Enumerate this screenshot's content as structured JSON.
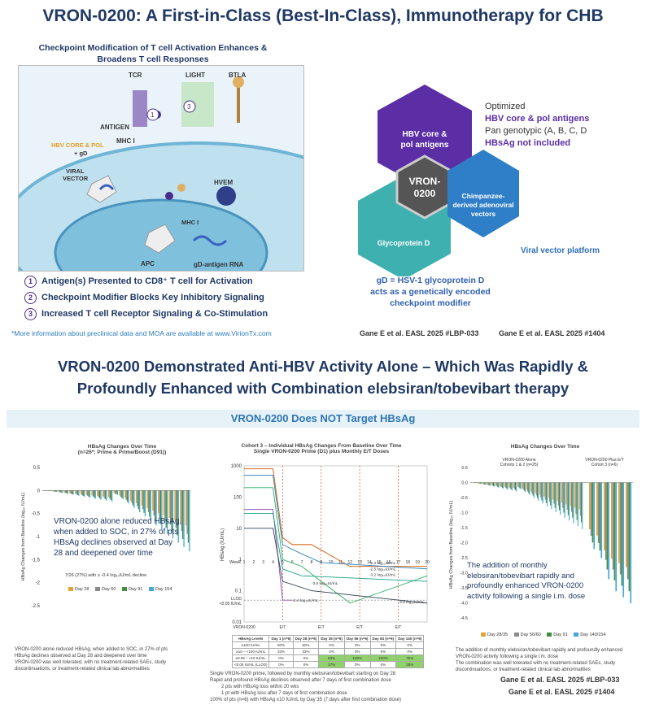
{
  "titles": {
    "main": "VRON-0200: A First-in-Class (Best-In-Class), Immunotherapy for CHB",
    "section2": "VRON-0200 Demonstrated Anti-HBV Activity Alone – Which Was Rapidly & Profoundly Enhanced with Combination elebsiran/tobevibart therapy",
    "band": "VRON-0200 Does NOT Target HBsAg"
  },
  "mechanism": {
    "heading": "Checkpoint Modification of T cell Activation Enhances & Broadens T cell Responses",
    "labels": {
      "tcr": "TCR",
      "light": "LIGHT",
      "btla": "BTLA",
      "antigen": "ANTIGEN",
      "mhc1a": "MHC I",
      "mhc1b": "MHC I",
      "hbv": "HBV CORE & POL",
      "gd": "+ gD",
      "viral": "VIRAL",
      "vector": "VECTOR",
      "hvem": "HVEM",
      "apc": "APC",
      "rna": "gD-antigen RNA",
      "n1": "1",
      "n3": "3"
    },
    "steps": [
      {
        "num": "1",
        "text": "Antigen(s) Presented to CD8⁺ T cell for Activation"
      },
      {
        "num": "2",
        "text": "Checkpoint Modifier Blocks Key Inhibitory Signaling"
      },
      {
        "num": "3",
        "text": "Increased T cell Receptor Signaling & Co-Stimulation"
      }
    ],
    "note": "*More information about preclinical data and MOA are available at www.VirionTx.com"
  },
  "platform": {
    "hex_hbv": [
      "HBV core &",
      "pol antigens"
    ],
    "hex_center": [
      "VRON-",
      "0200"
    ],
    "hex_gly": "Glycoprotein D",
    "hex_chimp": [
      "Chimpanzee-",
      "derived adenoviral",
      "vectors"
    ],
    "optimized": "Optimized",
    "opt_line1": "HBV core & pol antigens",
    "opt_line2": "Pan genotypic (A, B, C, D",
    "opt_line3": "HBsAg not included",
    "viral_platform": "Viral vector platform",
    "gd_note": "gD = HSV-1 glycoprotein D acts as a genetically encoded checkpoint modifier",
    "ref1": "Gane E et al.  EASL 2025 #LBP-033",
    "ref2": "Gane E et al.  EASL 2025 #1404"
  },
  "left_chart": {
    "title": "HBsAg Changes Over Time",
    "subtitle": "(n=26*; Prime & Prime/Boost (D91))",
    "ylabel": "HBsAg Changes from Baseline (log₁₀ IU/mL)",
    "yticks": [
      "0.5",
      "0",
      "-0.5",
      "-1",
      "-1.5",
      "-2",
      "-2.5"
    ],
    "callout": [
      "VRON-0200 alone reduced HBsAg, when added to SOC, in 27% of pts",
      "HBsAg declines observed at Day 28 and deepened over time"
    ],
    "footnote": "7/26 (27%) with ≥ -0.4 log₁₀IU/mL decline",
    "legend": [
      "Day 28",
      "Day 60",
      "Day 91",
      "Day 154"
    ],
    "bullets": [
      "VRON-0200 alone reduced HBsAg, when added to SOC, in 27% of pts",
      "HBsAg declines observed at Day 28 and deepened over time",
      "VRON-0200 was well tolerated, with no treatment-related SAEs, study discontinuations, or treatment-related clinical lab abnormalities"
    ]
  },
  "mid_chart": {
    "title": "Cohort 3 – Individual HBsAg Changes From Baseline Over Time",
    "subtitle": "Single VRON-0200 Prime (D1) plus Monthly E/T Doses",
    "ylabel": "HBsAg (IU/mL)",
    "yticks": [
      "1000",
      "100",
      "10",
      "1",
      "0.1",
      "0.01"
    ],
    "week_label": "Week",
    "weeks": [
      "1",
      "2",
      "3",
      "4",
      "5",
      "6",
      "7",
      "8",
      "9",
      "10",
      "11",
      "12",
      "13",
      "14",
      "15",
      "16",
      "17",
      "18",
      "19",
      "20"
    ],
    "xmarks": [
      "VRON-0200",
      "E/T",
      "E/T",
      "E/T",
      "E/T"
    ],
    "lloq": "LLOD\n<0.05 IU/mL",
    "ann": [
      "-2.2 log₁₀IU/mL",
      "-2.5 log₁₀IU/mL",
      "-3.2 log₁₀IU/mL",
      "-3.6 log₁₀IU/mL",
      "-2.4 log₁₀IU/mL",
      "-3.8 log₁₀IU/mL"
    ],
    "table": {
      "header": [
        "HBsAg Levels",
        "Day 1 (n=6)",
        "Day 28 (n=6)",
        "Day 35 (n=6)",
        "Day 56 (n=6)",
        "Day 84 (n=6)",
        "Day 140 (n=6)"
      ],
      "rows": [
        [
          "≥100 IU/mL",
          "50%",
          "50%",
          "0%",
          "0%",
          "0%",
          "0%"
        ],
        [
          "≥10 – <100 IU/mL",
          "33%",
          "33%",
          "0%",
          "0%",
          "0%",
          "0%"
        ],
        [
          "≥0.05 – <10 IU/mL",
          "0%",
          "0%",
          "83%",
          "100%",
          "100%",
          "75%"
        ],
        [
          "<0.05 IU/mL (LLOD)",
          "0%",
          "0%",
          "17%",
          "0%",
          "0%",
          "25%"
        ]
      ]
    },
    "bullets": [
      "Single VRON-0200 prime, followed by monthly elebsiran/tobevibart starting on Day 28",
      "Rapid and profound HBsAg declines observed after 7 days of first combination dose",
      "2 pts with HBsAg loss within 20 wks",
      "1 pt with HBsAg loss after 7 days of first combination dose",
      "100% of pts (n=6) with HBsAg ≤10 IU/mL by Day 35 (7 days after first combination dose)"
    ]
  },
  "right_chart": {
    "title": "HBsAg Changes Over Time",
    "group1": [
      "VRON-0200 Alone",
      "Cohorts 1 & 2 (n=25)"
    ],
    "group2": [
      "VRON-0200 Plus E/T",
      "Cohort 3 (n=6)"
    ],
    "ylabel": "HBsAg Changes from Baseline (log₁₀ IU/mL)",
    "yticks": [
      "0.5",
      "0.0",
      "-0.5",
      "-1.0",
      "-1.5",
      "-2.0",
      "-2.5",
      "-3.0",
      "-3.5",
      "-4.0",
      "-4.5"
    ],
    "callout": "The addition of monthly elebsiran/tobevibart rapidly and profoundly enhanced VRON-0200 activity following a single i.m. dose",
    "legend": [
      "Day 28/35",
      "Day 56/60",
      "Day 91",
      "Day 140/154"
    ],
    "bullets": [
      "The addition of monthly elebsiran/tobevibart rapidly and profoundly enhanced VRON-0200 activity following a single i.m. dose",
      "The combination was well tolerated with no treatment-related SAEs, study discontinuations, or treatment-related clinical lab abnormalities"
    ],
    "ref1": "Gane E et al.  EASL 2025 #LBP-033",
    "ref2": "Gane E et al.  EASL 2025 #1404"
  },
  "colors": {
    "d1": "#e3a23a",
    "d2": "#8a8a8a",
    "d3": "#3f8f3f",
    "d4": "#4aa6d6"
  }
}
